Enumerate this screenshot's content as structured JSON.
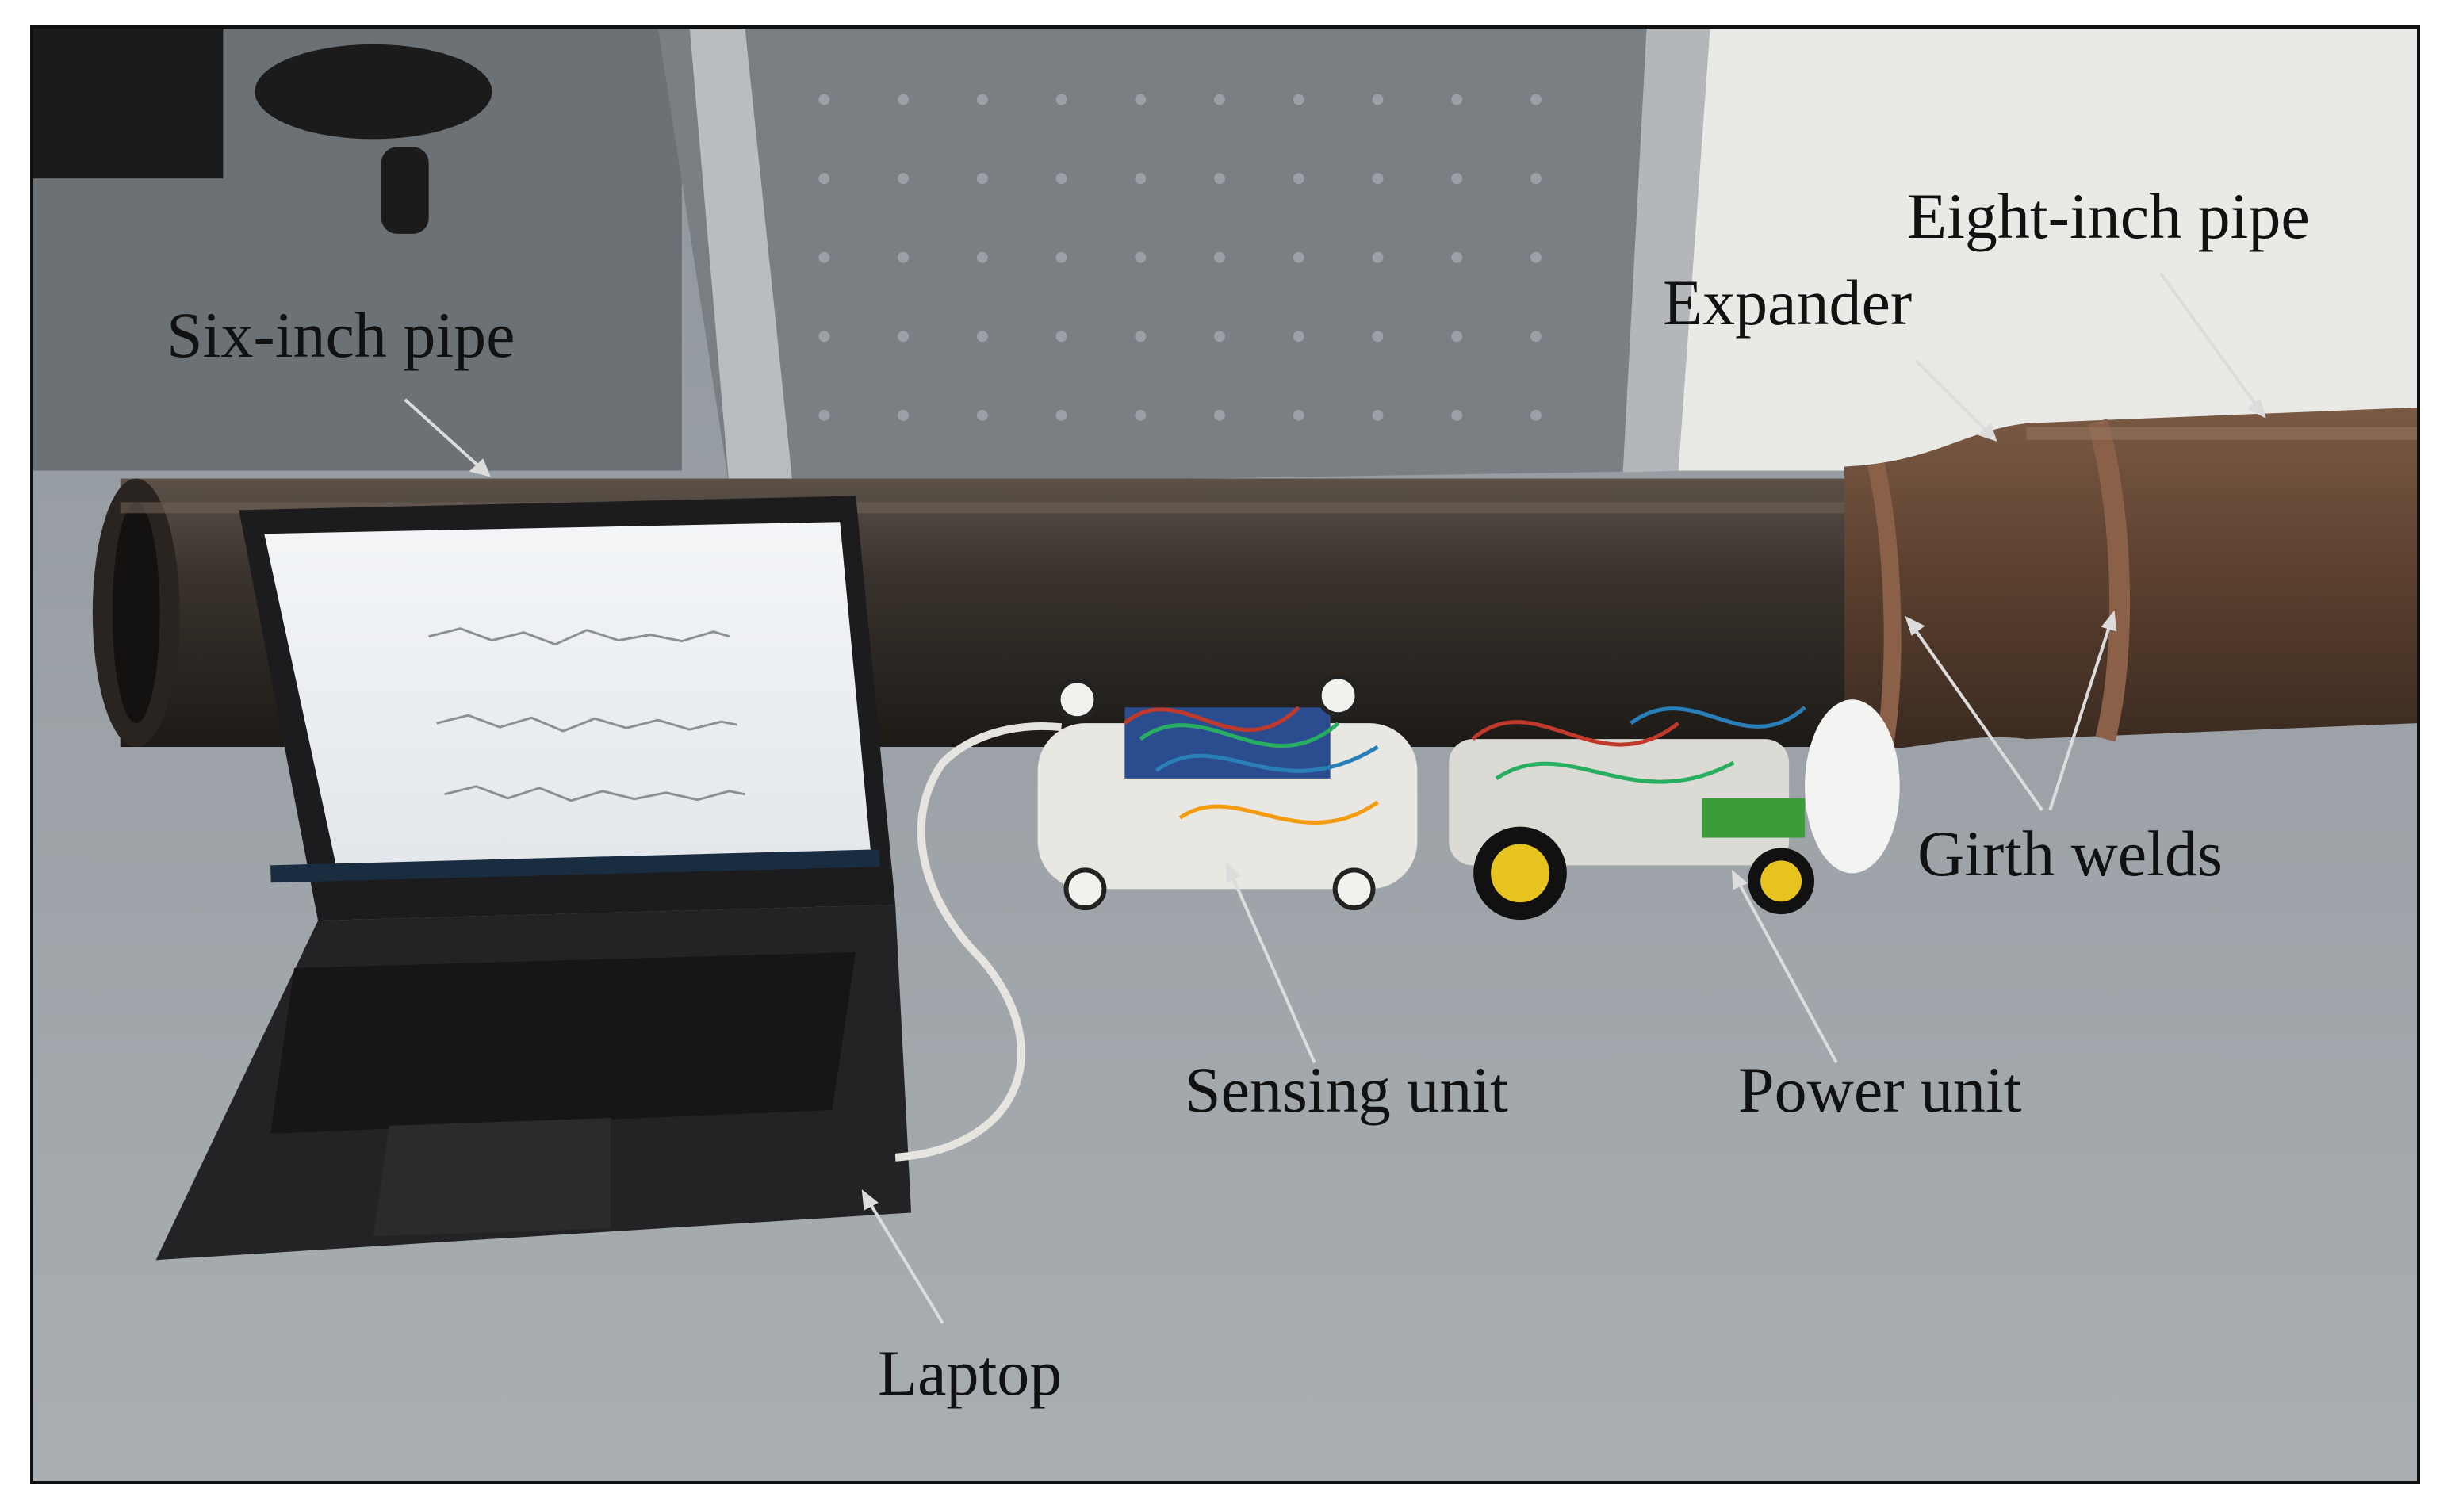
{
  "figure": {
    "labels": {
      "six_inch_pipe": "Six-inch pipe",
      "eight_inch_pipe": "Eight-inch pipe",
      "expander": "Expander",
      "girth_welds": "Girth welds",
      "sensing_unit": "Sensing unit",
      "power_unit": "Power unit",
      "laptop": "Laptop"
    }
  }
}
